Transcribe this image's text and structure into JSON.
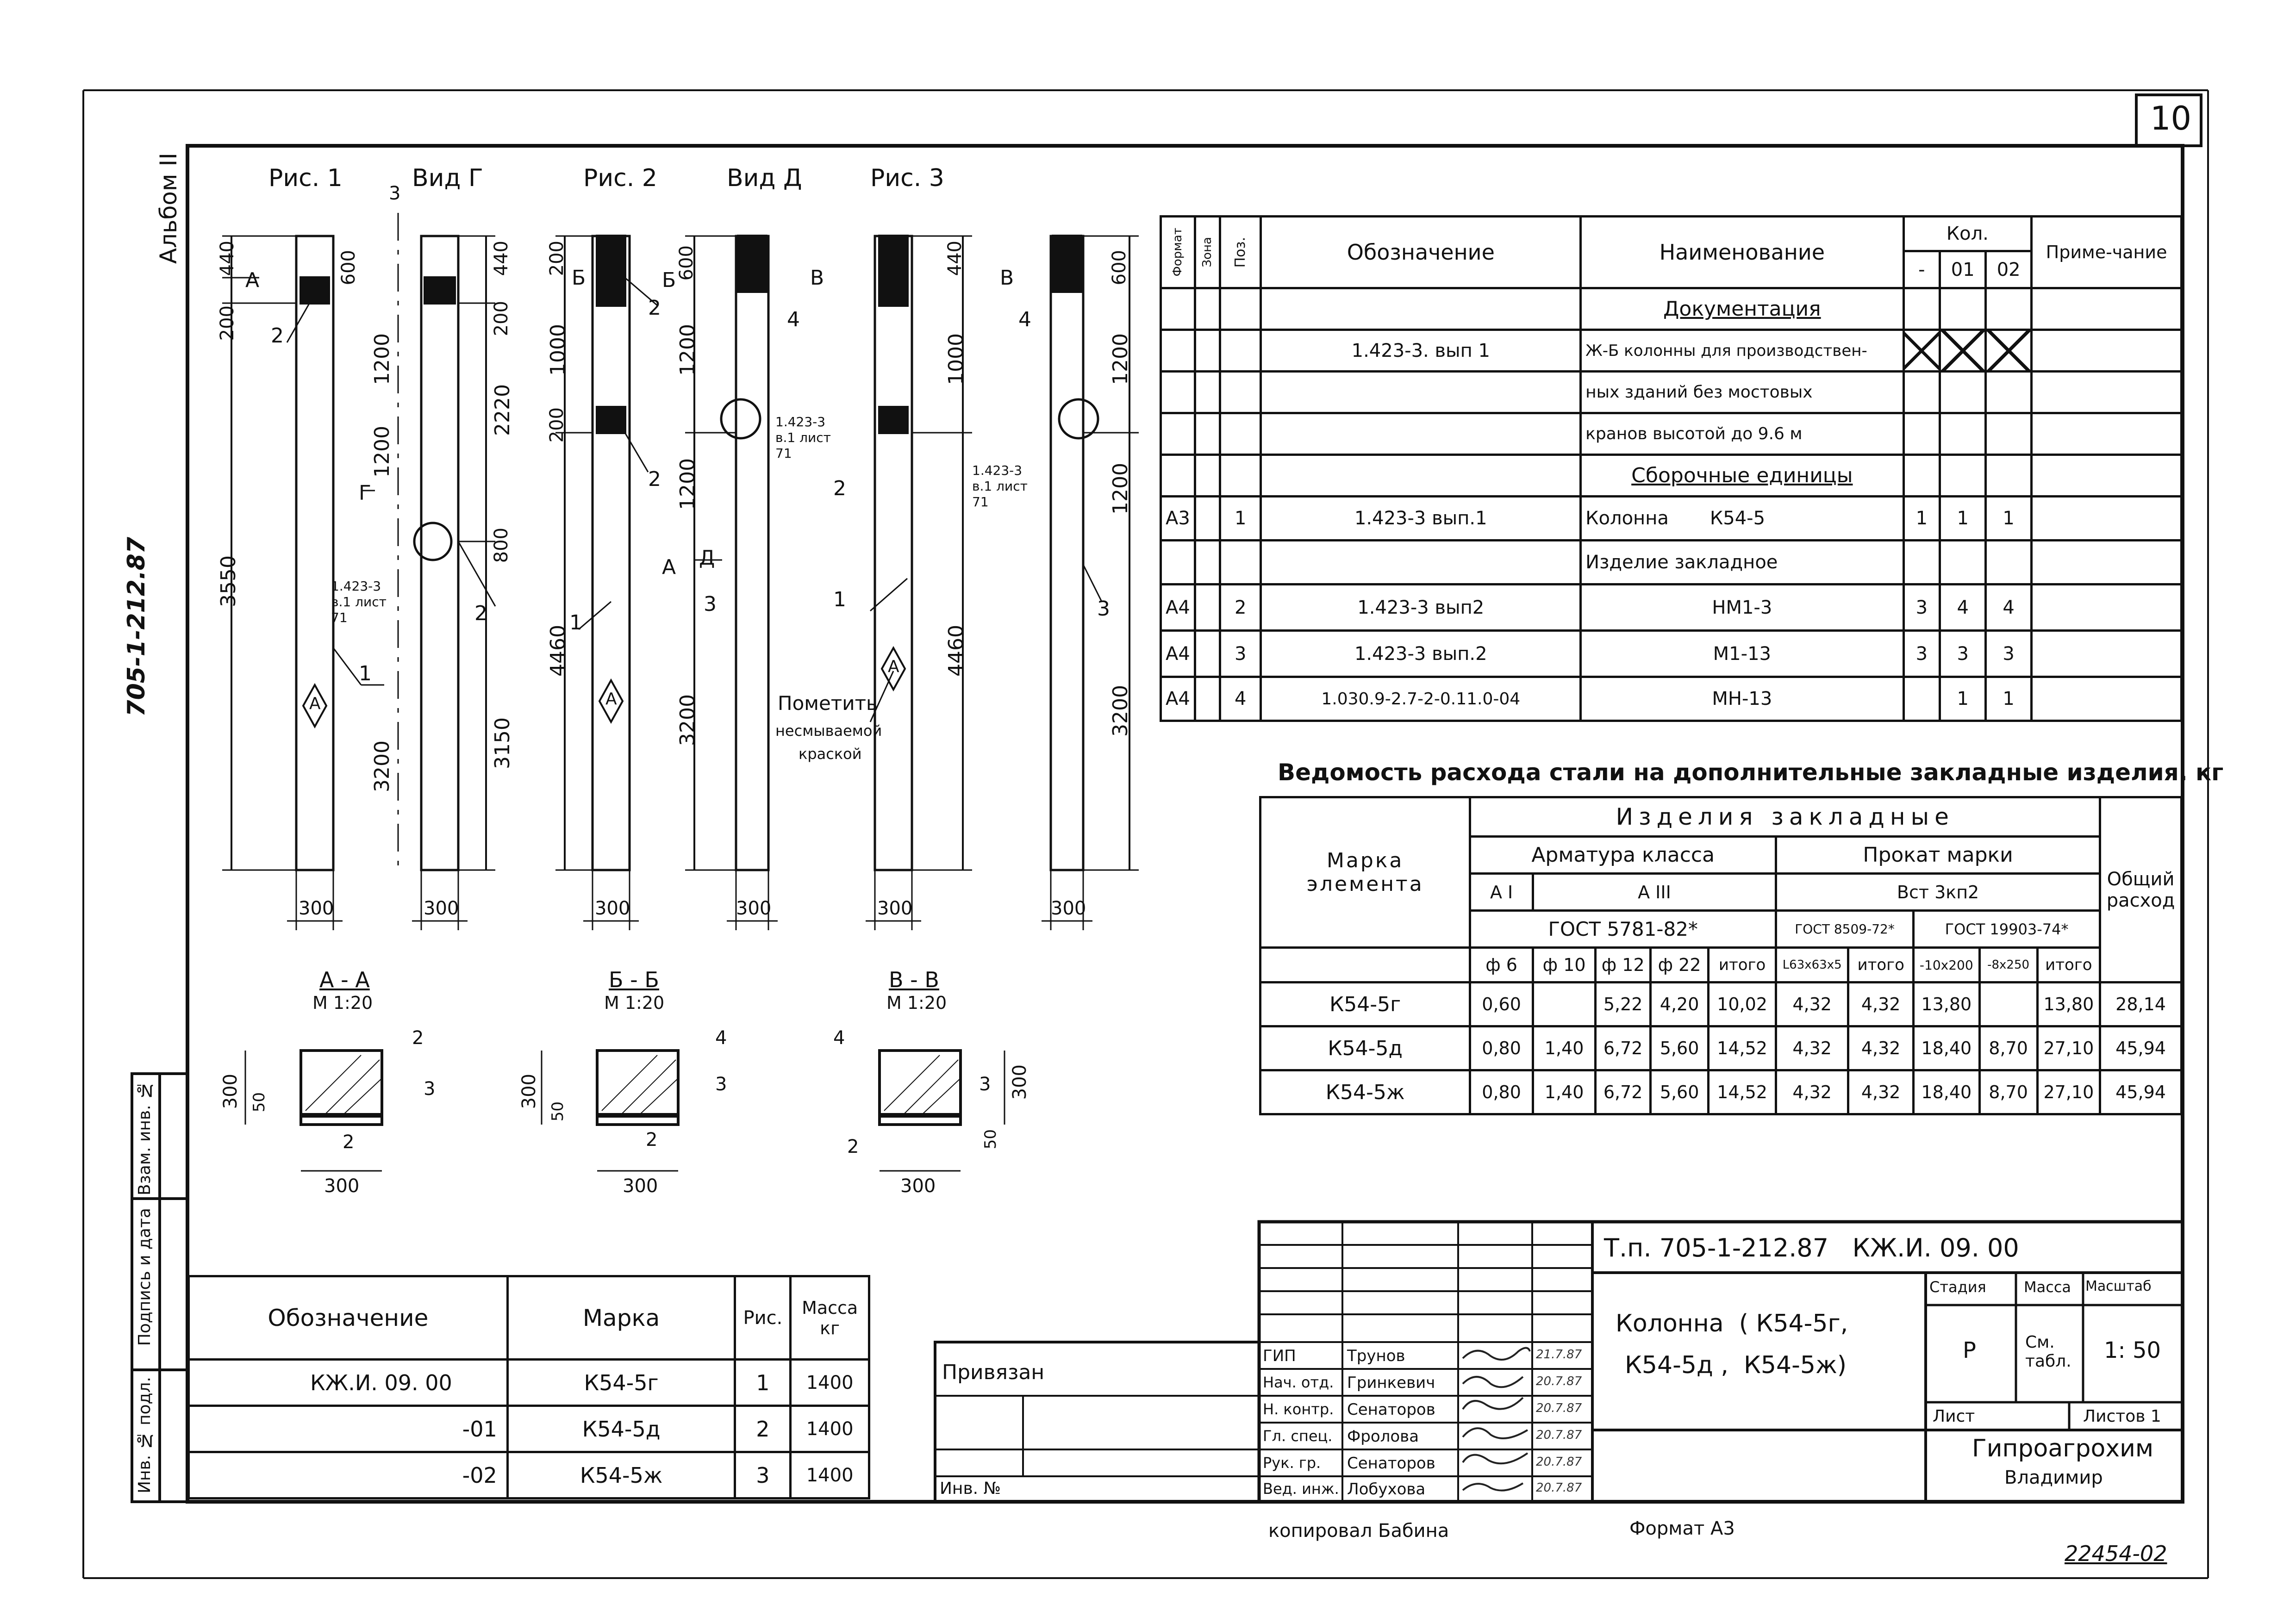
{
  "sheet": {
    "number": "10",
    "album": "Альбом II",
    "project_code": "705-1-212.87",
    "copied_by": "копировал Бабина",
    "format": "Формат А3",
    "archive_number": "22454-02"
  },
  "figures": {
    "titles": [
      "Рис. 1",
      "Вид Г",
      "Рис. 2",
      "Вид Д",
      "Рис. 3"
    ],
    "dim_300": "300",
    "dims": {
      "d440": "440",
      "d200": "200",
      "d600": "600",
      "d1200": "1200",
      "d2220": "2220",
      "d3550": "3550",
      "d3200": "3200",
      "d3150": "3150",
      "d1000": "1000",
      "d4460": "4460",
      "d800": "800",
      "d200_2": "200"
    },
    "callouts": {
      "ref1": "1.423-3 в.1 лист 71",
      "ref2": "1.423-3 в.1 лист 71",
      "ref3": "1.423-3 в.1 лист 71"
    },
    "letters": {
      "a": "А",
      "b": "Б",
      "v": "В",
      "g": "Г",
      "d": "Д",
      "z": "3"
    },
    "mark_note": [
      "Пометить",
      "несмываемой",
      "краской"
    ],
    "section_aa": {
      "title": "А - А",
      "scale": "М 1:20"
    },
    "section_bb": {
      "title": "Б - Б",
      "scale": "М 1:20"
    },
    "section_vv": {
      "title": "В - В",
      "scale": "М 1:20"
    },
    "pos": [
      "1",
      "2",
      "3",
      "4"
    ],
    "dim_50": "50"
  },
  "spec": {
    "headers": {
      "format": "Формат",
      "zone": "Зона",
      "pos": "Поз.",
      "designation": "Обозначение",
      "name": "Наименование",
      "qty": "Кол.",
      "qty_cols": [
        "-",
        "01",
        "02"
      ],
      "note": "Приме-чание"
    },
    "rows": [
      {
        "format": "",
        "pos": "",
        "designation": "",
        "name": "Документация",
        "q": [
          "",
          "",
          ""
        ]
      },
      {
        "format": "",
        "pos": "",
        "designation": "1.423-3. вып 1",
        "name": "Ж-Б колонны для производствен-",
        "q": [
          "",
          "",
          ""
        ]
      },
      {
        "format": "",
        "pos": "",
        "designation": "",
        "name": "ных зданий без мостовых",
        "q": [
          "",
          "",
          ""
        ]
      },
      {
        "format": "",
        "pos": "",
        "designation": "",
        "name": "кранов высотой до 9.6 м",
        "q": [
          "",
          "",
          ""
        ]
      },
      {
        "format": "",
        "pos": "",
        "designation": "",
        "name": "Сборочные единицы",
        "q": [
          "",
          "",
          ""
        ]
      },
      {
        "format": "А3",
        "pos": "1",
        "designation": "1.423-3 вып.1",
        "name": "Колонна       К54-5",
        "q": [
          "1",
          "1",
          "1"
        ]
      },
      {
        "format": "",
        "pos": "",
        "designation": "",
        "name": "Изделие закладное",
        "q": [
          "",
          "",
          ""
        ]
      },
      {
        "format": "А4",
        "pos": "2",
        "designation": "1.423-3 вып2",
        "name": "НМ1-3",
        "q": [
          "3",
          "4",
          "4"
        ]
      },
      {
        "format": "А4",
        "pos": "3",
        "designation": "1.423-3 вып.2",
        "name": "М1-13",
        "q": [
          "3",
          "3",
          "3"
        ]
      },
      {
        "format": "А4",
        "pos": "4",
        "designation": "1.030.9-2.7-2-0.11.0-04",
        "name": "МН-13",
        "q": [
          "",
          "1",
          "1"
        ]
      }
    ]
  },
  "steel": {
    "title": "Ведомость расхода стали на дополнительные закладные изделия. кг",
    "group": "Изделия закладные",
    "mark_header": "Марка элемента",
    "rebar_class": "Арматура класса",
    "rolled_grade": "Прокат марки",
    "a1": "А I",
    "a3": "А III",
    "vst": "Вст 3кп2",
    "gost_rebar": "ГОСТ 5781-82*",
    "gost_8509": "ГОСТ 8509-72*",
    "gost_19903": "ГОСТ 19903-74*",
    "total_header": "Общий расход",
    "cols": [
      "ф 6",
      "ф 10",
      "ф 12",
      "ф 22",
      "итого",
      "L63x63x5",
      "итого",
      "-10x200",
      "-8x250",
      "итого"
    ],
    "rows": [
      {
        "mark": "К54-5г",
        "v": [
          "0,60",
          "",
          "5,22",
          "4,20",
          "10,02",
          "4,32",
          "4,32",
          "13,80",
          "",
          "13,80"
        ],
        "total": "28,14"
      },
      {
        "mark": "К54-5д",
        "v": [
          "0,80",
          "1,40",
          "6,72",
          "5,60",
          "14,52",
          "4,32",
          "4,32",
          "18,40",
          "8,70",
          "27,10"
        ],
        "total": "45,94"
      },
      {
        "mark": "К54-5ж",
        "v": [
          "0,80",
          "1,40",
          "6,72",
          "5,60",
          "14,52",
          "4,32",
          "4,32",
          "18,40",
          "8,70",
          "27,10"
        ],
        "total": "45,94"
      }
    ]
  },
  "group_table": {
    "headers": [
      "Обозначение",
      "Марка",
      "Рис.",
      "Масса кг"
    ],
    "rows": [
      {
        "des": "КЖ.И. 09. 00",
        "mark": "К54-5г",
        "fig": "1",
        "mass": "1400"
      },
      {
        "des": "-01",
        "mark": "К54-5д",
        "fig": "2",
        "mass": "1400"
      },
      {
        "des": "-02",
        "mark": "К54-5ж",
        "fig": "3",
        "mass": "1400"
      }
    ]
  },
  "side_stamp": [
    "Инв. № подл.",
    "Подпись и дата",
    "Взам. инв. №"
  ],
  "binding": {
    "label": "Привязан",
    "inv": "Инв. №"
  },
  "title_block": {
    "code": "Т.п. 705-1-212.87   КЖ.И. 09. 00",
    "name": [
      "Колонна  ( К54-5г,",
      "К54-5д ,  К54-5ж)"
    ],
    "stage_h": "Стадия",
    "mass_h": "Масса",
    "scale_h": "Масштаб",
    "stage": "Р",
    "mass": "См. табл.",
    "scale": "1: 50",
    "sheet_h": "Лист",
    "sheets_h": "Листов 1",
    "org": [
      "Гипроагрохим",
      "Владимир"
    ],
    "people": [
      {
        "role": "ГИП",
        "name": "Трунов",
        "date": "21.7.87"
      },
      {
        "role": "Нач. отд.",
        "name": "Гринкевич",
        "date": "20.7.87"
      },
      {
        "role": "Н. контр.",
        "name": "Сенаторов",
        "date": "20.7.87"
      },
      {
        "role": "Гл. спец.",
        "name": "Фролова",
        "date": "20.7.87"
      },
      {
        "role": "Рук. гр.",
        "name": "Сенаторов",
        "date": "20.7.87"
      },
      {
        "role": "Вед. инж.",
        "name": "Лобухова",
        "date": "20.7.87"
      }
    ]
  }
}
